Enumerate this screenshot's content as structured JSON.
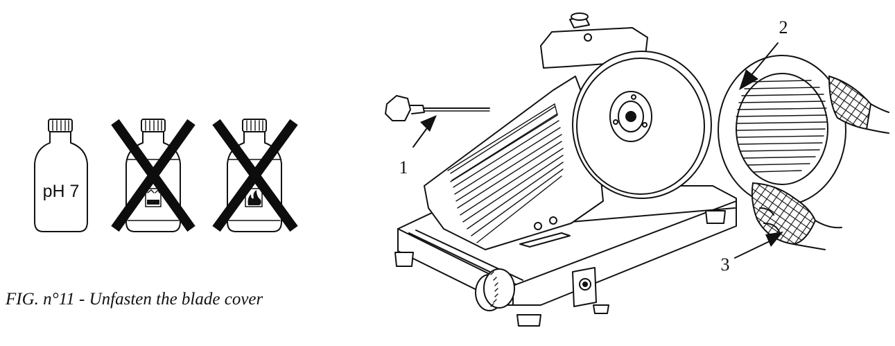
{
  "figure": {
    "caption": "FIG. n°11 - Unfasten the blade cover"
  },
  "bottles": [
    {
      "label": "pH 7",
      "crossed": false,
      "symbol": "none"
    },
    {
      "label": "",
      "crossed": true,
      "symbol": "corrosive-icon"
    },
    {
      "label": "",
      "crossed": true,
      "symbol": "flammable-icon"
    }
  ],
  "callouts": [
    {
      "number": "1",
      "target": "blade-cover-knob"
    },
    {
      "number": "2",
      "target": "blade-cover"
    },
    {
      "number": "3",
      "target": "gloved-hand"
    }
  ],
  "colors": {
    "ink": "#111111",
    "background": "#ffffff"
  }
}
